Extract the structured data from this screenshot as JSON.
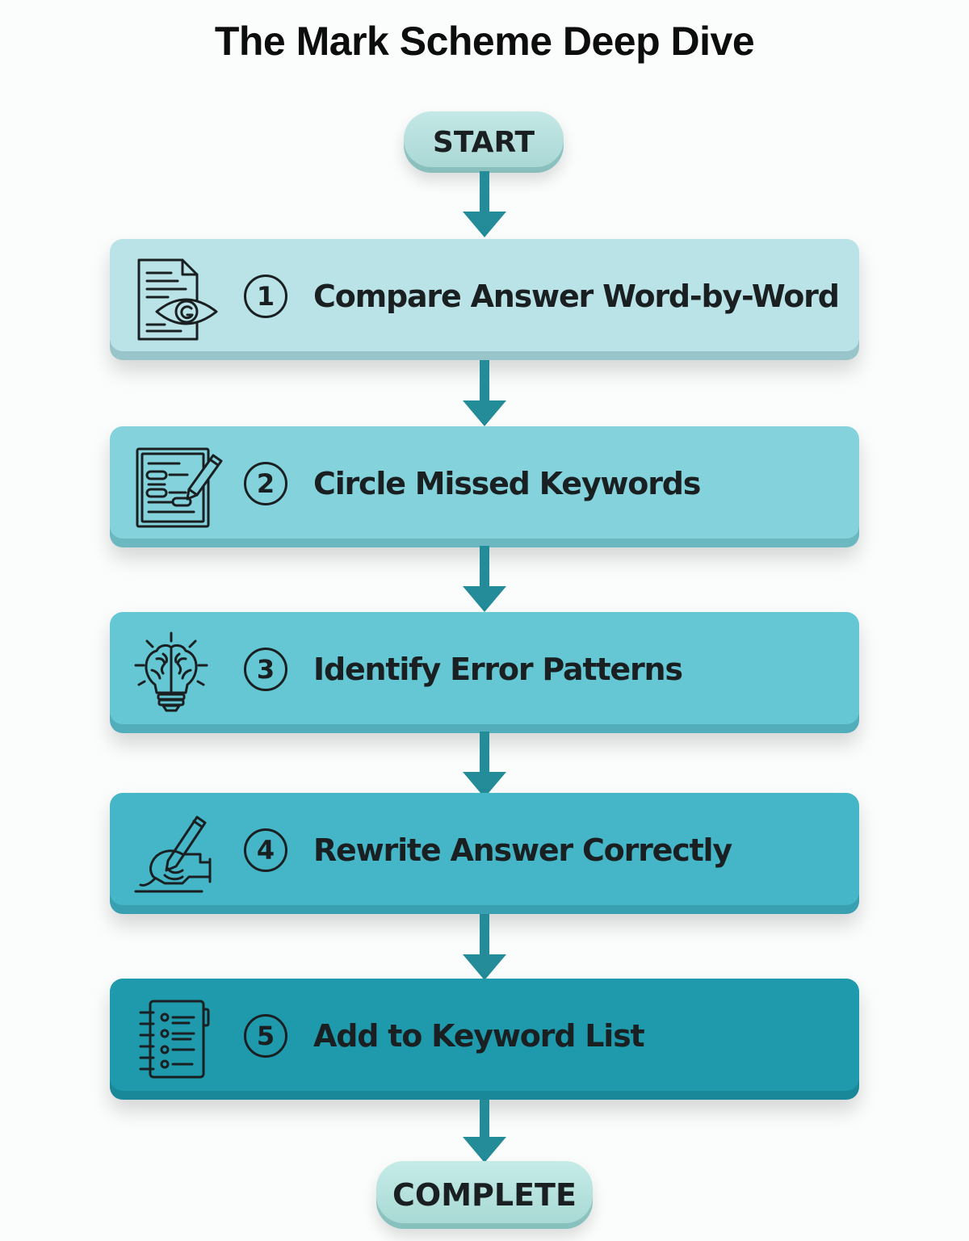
{
  "title": "The Mark Scheme Deep Dive",
  "start_label": "START",
  "complete_label": "COMPLETE",
  "colors": {
    "arrow": "#238c98",
    "step_fills": [
      "#b9e3e6",
      "#84d3dc",
      "#64c7d3",
      "#45b6c7",
      "#1f9aad"
    ]
  },
  "steps": [
    {
      "number": "1",
      "label": "Compare Answer Word-by-Word",
      "icon": "document-eye-icon"
    },
    {
      "number": "2",
      "label": "Circle Missed Keywords",
      "icon": "document-pencil-icon"
    },
    {
      "number": "3",
      "label": "Identify Error Patterns",
      "icon": "brain-lightbulb-icon"
    },
    {
      "number": "4",
      "label": "Rewrite Answer Correctly",
      "icon": "hand-writing-icon"
    },
    {
      "number": "5",
      "label": "Add to Keyword List",
      "icon": "checklist-notebook-icon"
    }
  ]
}
